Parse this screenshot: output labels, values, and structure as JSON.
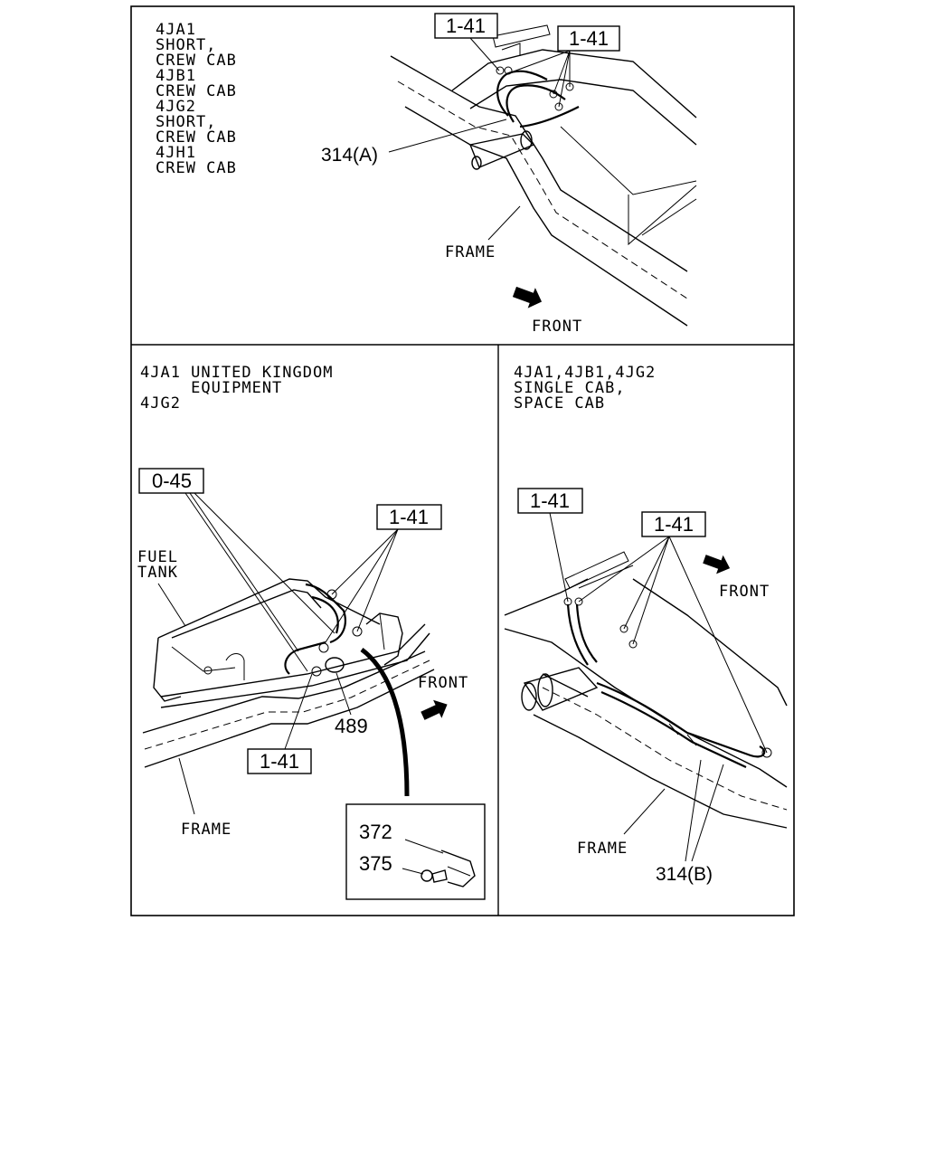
{
  "panel_top": {
    "applicability": [
      "4JA1",
      "SHORT,",
      "CREW CAB",
      "4JB1",
      "CREW CAB",
      "4JG2",
      "SHORT,",
      "CREW CAB",
      "4JH1",
      "CREW CAB"
    ],
    "callout_1": "1-41",
    "callout_2": "1-41",
    "part_314a": "314(A)",
    "frame_label": "FRAME",
    "front_label": "FRONT"
  },
  "panel_left": {
    "applicability": [
      "4JA1 UNITED KINGDOM",
      "     EQUIPMENT",
      "4JG2"
    ],
    "callout_045": "0-45",
    "callout_141_top": "1-41",
    "callout_141_bottom": "1-41",
    "fuel_tank_label": [
      "FUEL",
      "TANK"
    ],
    "part_489": "489",
    "front_label": "FRONT",
    "frame_label": "FRAME",
    "inset_part_372": "372",
    "inset_part_375": "375"
  },
  "panel_right": {
    "applicability": [
      "4JA1,4JB1,4JG2",
      "SINGLE CAB,",
      "SPACE CAB"
    ],
    "callout_1": "1-41",
    "callout_2": "1-41",
    "front_label": "FRONT",
    "frame_label": "FRAME",
    "part_314b": "314(B)"
  }
}
